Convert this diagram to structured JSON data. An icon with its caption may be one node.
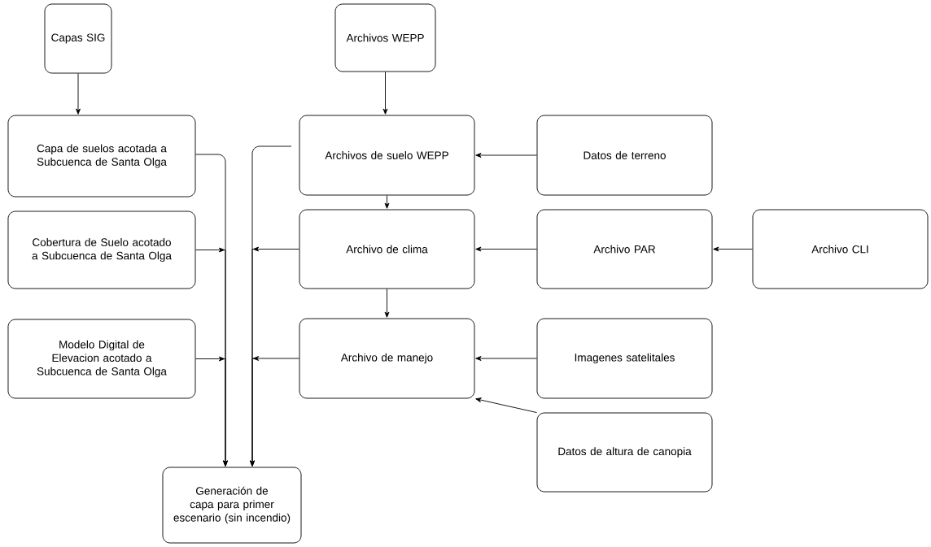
{
  "diagram": {
    "nodes": [
      {
        "text": [
          "Capas SIG"
        ]
      },
      {
        "text": [
          "Capa de suelos acotada a Subcuenca de Santa Olga"
        ]
      },
      {
        "text": [
          "Cobertura de Suelo acotado a Subcuenca de Santa Olga"
        ]
      },
      {
        "text": [
          "Modelo Digital de Elevacion acotado a Subcuenca de Santa Olga"
        ]
      },
      {
        "text": [
          "Archivos WEPP"
        ]
      },
      {
        "text": [
          "Archivos de suelo WEPP"
        ]
      },
      {
        "text": [
          "Datos de terreno"
        ]
      },
      {
        "text": [
          "Archivo de clima"
        ]
      },
      {
        "text": [
          "Archivo PAR"
        ]
      },
      {
        "text": [
          "Archivo CLI"
        ]
      },
      {
        "text": [
          "Archivo de manejo"
        ]
      },
      {
        "text": [
          "Imagenes satelitales"
        ]
      },
      {
        "text": [
          "Datos de altura de canopia"
        ]
      },
      {
        "text": [
          "Generación de capa para primer escenario (sin incendio)"
        ]
      }
    ],
    "edges": [
      {
        "from": 0,
        "to": 1,
        "arrow": "to"
      },
      {
        "from": 1,
        "to": 13,
        "arrow": "to"
      },
      {
        "from": 2,
        "to": 13,
        "arrow": "to"
      },
      {
        "from": 3,
        "to": 13,
        "arrow": "to"
      },
      {
        "from": 4,
        "to": 5,
        "arrow": "to"
      },
      {
        "from": 6,
        "to": 5,
        "arrow": "to"
      },
      {
        "from": 5,
        "to": 7,
        "arrow": "to"
      },
      {
        "from": 5,
        "to": 13,
        "arrow": "to"
      },
      {
        "from": 9,
        "to": 8,
        "arrow": "to"
      },
      {
        "from": 8,
        "to": 7,
        "arrow": "to"
      },
      {
        "from": 7,
        "to": 13,
        "arrow": "to"
      },
      {
        "from": 7,
        "to": 10,
        "arrow": "to"
      },
      {
        "from": 11,
        "to": 10,
        "arrow": "to"
      },
      {
        "from": 12,
        "to": 10,
        "arrow": "to"
      },
      {
        "from": 10,
        "to": 13,
        "arrow": "to"
      }
    ]
  }
}
